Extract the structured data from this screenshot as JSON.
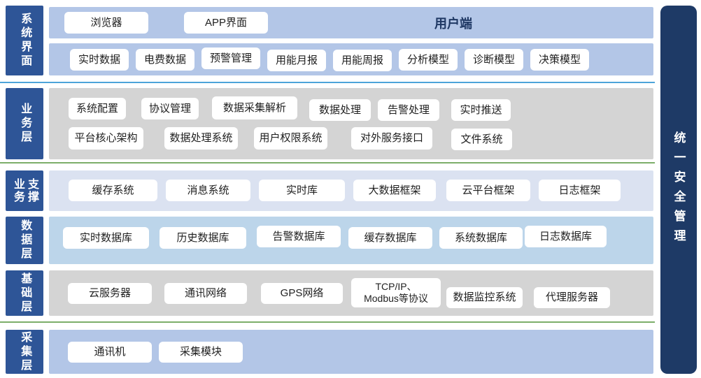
{
  "right_bar": {
    "label": "统一安全管理"
  },
  "sections": {
    "s1": {
      "label": "系统界面",
      "client_label": "用户端",
      "top_items": [
        "浏览器",
        "APP界面"
      ],
      "items": [
        "实时数据",
        "电费数据",
        "预警管理",
        "用能月报",
        "用能周报",
        "分析模型",
        "诊断模型",
        "决策模型"
      ]
    },
    "s2": {
      "label": "业务层",
      "row1": [
        "系统配置",
        "协议管理",
        "数据采集解析",
        "数据处理",
        "告警处理",
        "实时推送"
      ],
      "row2": [
        "平台核心架构",
        "数据处理系统",
        "用户权限系统",
        "对外服务接口",
        "文件系统"
      ]
    },
    "s3": {
      "label": "业务\n支撑",
      "items": [
        "缓存系统",
        "消息系统",
        "实时库",
        "大数据框架",
        "云平台框架",
        "日志框架"
      ]
    },
    "s4": {
      "label": "数据层",
      "items": [
        "实时数据库",
        "历史数据库",
        "告警数据库",
        "缓存数据库",
        "系统数据库",
        "日志数据库"
      ]
    },
    "s5": {
      "label": "基础层",
      "items": [
        "云服务器",
        "通讯网络",
        "GPS网络",
        "TCP/IP、\nModbus等协议",
        "数据监控系统",
        "代理服务器"
      ]
    },
    "s6": {
      "label": "采集层",
      "items": [
        "通讯机",
        "采集模块"
      ]
    }
  },
  "colors": {
    "layer_label_bg": "#2e5597",
    "security_bar_bg": "#1e3a66",
    "band_periwinkle": "#b3c6e7",
    "band_gray": "#d4d4d4",
    "band_lavender": "#dbe2f1",
    "band_blue": "#bcd5ea",
    "separator_blue": "#4da4d9",
    "separator_green": "#7cae69"
  }
}
